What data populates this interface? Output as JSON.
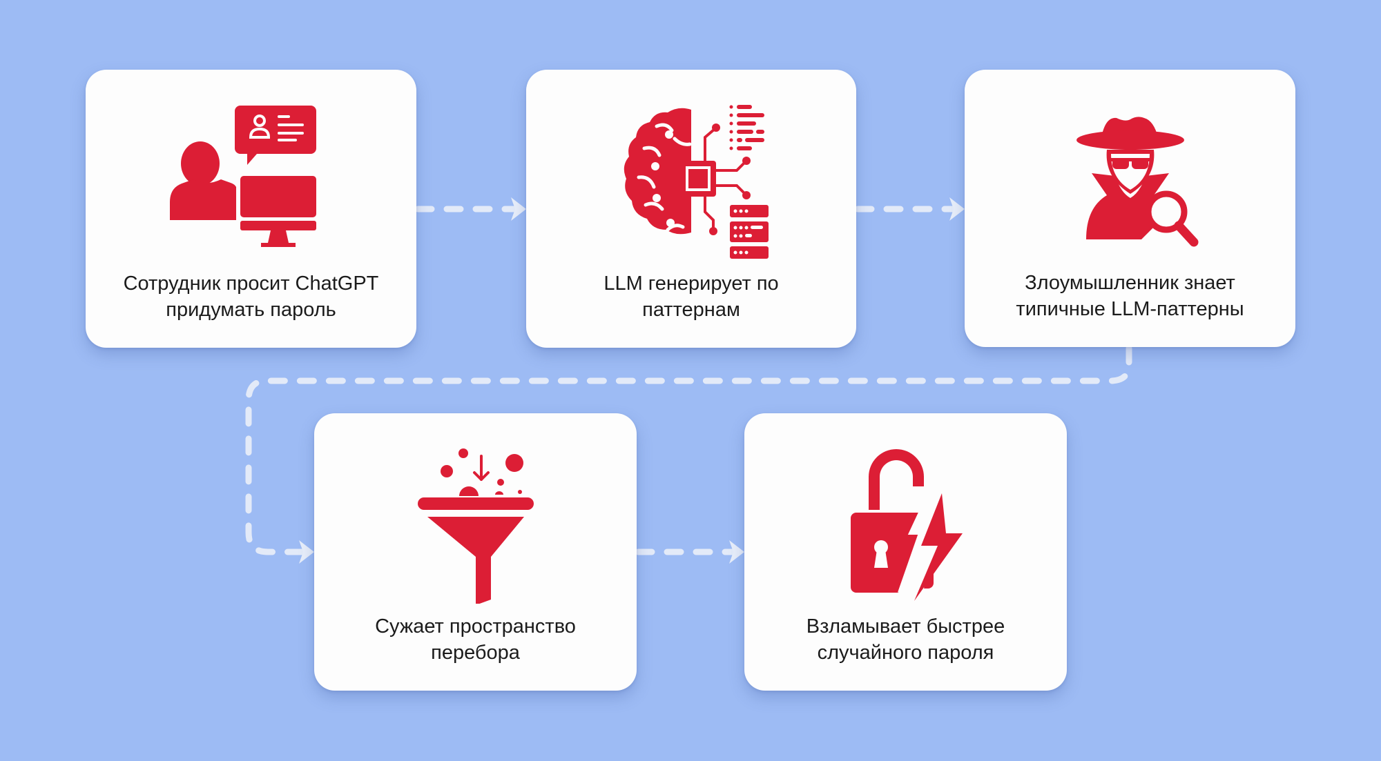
{
  "diagram": {
    "type": "process-flow",
    "colors": {
      "background": "#9dbbf4",
      "card": "#fdfdfd",
      "accent": "#dc1e35",
      "connector": "#e6ecf8",
      "text": "#1b1b1b"
    },
    "steps": [
      {
        "id": 1,
        "icon": "user-chat-computer-icon",
        "lines": [
          "Сотрудник просит ChatGPT",
          "придумать пароль"
        ]
      },
      {
        "id": 2,
        "icon": "ai-brain-chip-icon",
        "lines": [
          "LLM генерирует по",
          "паттернам"
        ]
      },
      {
        "id": 3,
        "icon": "hacker-magnifier-icon",
        "lines": [
          "Злоумышленник знает",
          "типичные LLM-паттерны"
        ]
      },
      {
        "id": 4,
        "icon": "funnel-filter-icon",
        "lines": [
          "Сужает пространство",
          "перебора"
        ]
      },
      {
        "id": 5,
        "icon": "broken-padlock-lightning-icon",
        "lines": [
          "Взламывает быстрее",
          "случайного пароля"
        ]
      }
    ],
    "connections": [
      {
        "from": 1,
        "to": 2,
        "style": "dashed-arrow"
      },
      {
        "from": 2,
        "to": 3,
        "style": "dashed-arrow"
      },
      {
        "from": 3,
        "to": 4,
        "style": "dashed-arrow-wrap"
      },
      {
        "from": 4,
        "to": 5,
        "style": "dashed-arrow"
      }
    ]
  }
}
